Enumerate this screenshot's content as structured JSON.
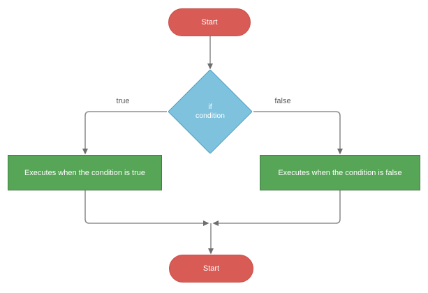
{
  "colors": {
    "background": "#ffffff",
    "terminal_fill": "#d95b55",
    "terminal_border": "#c9514b",
    "decision_fill": "#7fc2de",
    "decision_border": "#4d9fc2",
    "process_fill": "#57a557",
    "process_border": "#447c44",
    "connector_line": "#8f8f8f",
    "arrowhead": "#6e6e6e",
    "edge_label_text": "#595959",
    "shape_text": "#ffffff"
  },
  "nodes": {
    "start_top": {
      "type": "terminal",
      "label": "Start"
    },
    "decision": {
      "type": "decision",
      "label_line1": "if",
      "label_line2": "condition"
    },
    "process_true": {
      "type": "process",
      "label": "Executes when the condition is true"
    },
    "process_false": {
      "type": "process",
      "label": "Executes when the condition is false"
    },
    "terminal_bottom": {
      "type": "terminal",
      "label": "Start"
    }
  },
  "edges": {
    "true_label": "true",
    "false_label": "false"
  }
}
